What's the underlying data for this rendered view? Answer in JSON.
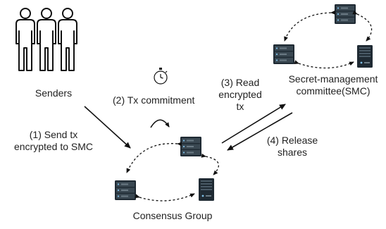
{
  "nodes": {
    "senders": "Senders",
    "consensus_group": "Consensus Group",
    "smc": [
      "Secret-management",
      "committee(SMC)"
    ]
  },
  "steps": {
    "step1": [
      "(1) Send tx",
      "encrypted to SMC"
    ],
    "step2": "(2) Tx commitment",
    "step3": [
      "(3) Read",
      "encrypted",
      "tx"
    ],
    "step4": [
      "(4) Release",
      "shares"
    ]
  },
  "icons": {
    "people": "people-icon",
    "stopwatch": "stopwatch-icon",
    "server_rack": "server-rack-icon",
    "tower_server": "tower-server-icon"
  },
  "colors": {
    "line": "#111111",
    "server_dark": "#1f2a33",
    "server_light": "#4a5a66",
    "accent": "#5aa0d8"
  }
}
